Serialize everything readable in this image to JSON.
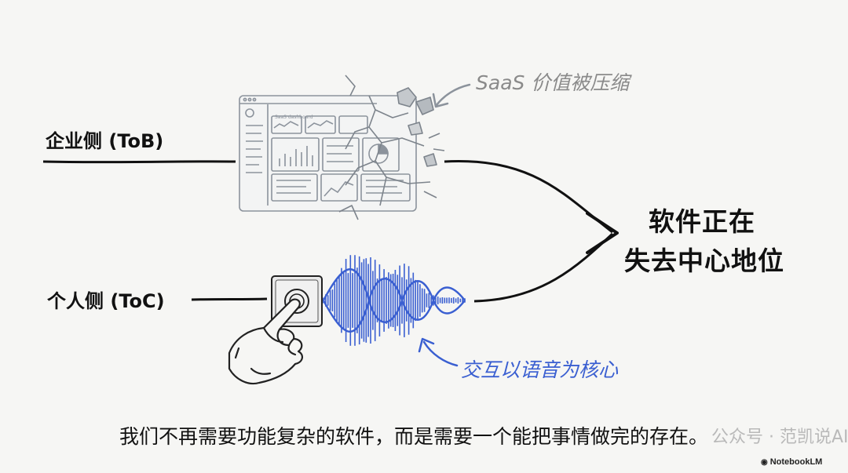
{
  "labels": {
    "tob": "企业侧 (ToB)",
    "toc": "个人侧 (ToC)",
    "result_line1": "软件正在",
    "result_line2": "失去中心地位",
    "saas_note": "SaaS 价值被压缩",
    "voice_note": "交互以语音为核心",
    "dashboard_title": "SaaS dashboard"
  },
  "caption": "我们不再需要功能复杂的软件，而是需要一个能把事情做完的存在。",
  "watermark": "公众号 · 范凯说AI",
  "brand": "NotebookLM",
  "colors": {
    "ink": "#111111",
    "sketch": "#8c939c",
    "voice": "#3a5fd1",
    "background": "#f6f6f4"
  }
}
